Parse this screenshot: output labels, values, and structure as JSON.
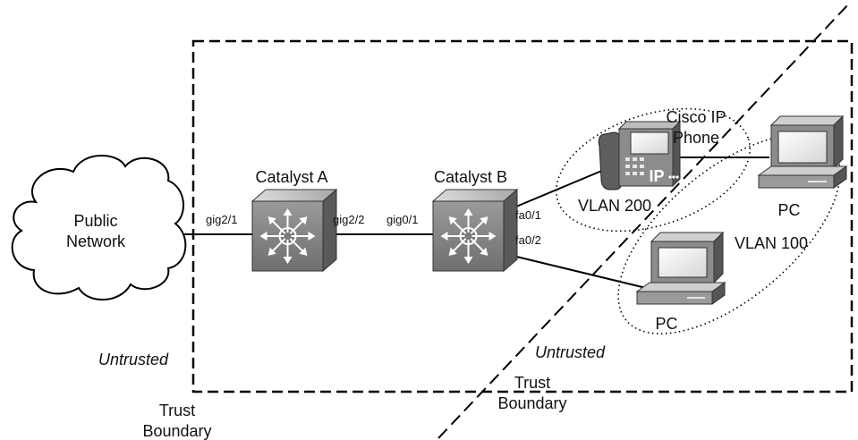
{
  "cloud": {
    "line1": "Public",
    "line2": "Network"
  },
  "switch_a": {
    "name": "Catalyst A",
    "port_left": "gig2/1",
    "port_right": "gig2/2"
  },
  "switch_b": {
    "name": "Catalyst B",
    "port_left": "gig0/1",
    "port_phone": "fa0/1",
    "port_pc": "fa0/2"
  },
  "phone": {
    "line1": "Cisco IP",
    "line2": "Phone",
    "badge": "IP",
    "vlan": "VLAN 200"
  },
  "pc_right": {
    "label": "PC"
  },
  "pc_lower": {
    "label": "PC"
  },
  "vlan100": {
    "label": "VLAN 100"
  },
  "boundary_box": {
    "untrusted": "Untrusted",
    "trust_line1": "Trust",
    "trust_line2": "Boundary"
  },
  "boundary_diag": {
    "untrusted": "Untrusted",
    "trust_line1": "Trust",
    "trust_line2": "Boundary"
  },
  "colors": {
    "switch_body": "#888888",
    "switch_top": "#cfcfcf",
    "switch_side": "#5a5a5a"
  }
}
